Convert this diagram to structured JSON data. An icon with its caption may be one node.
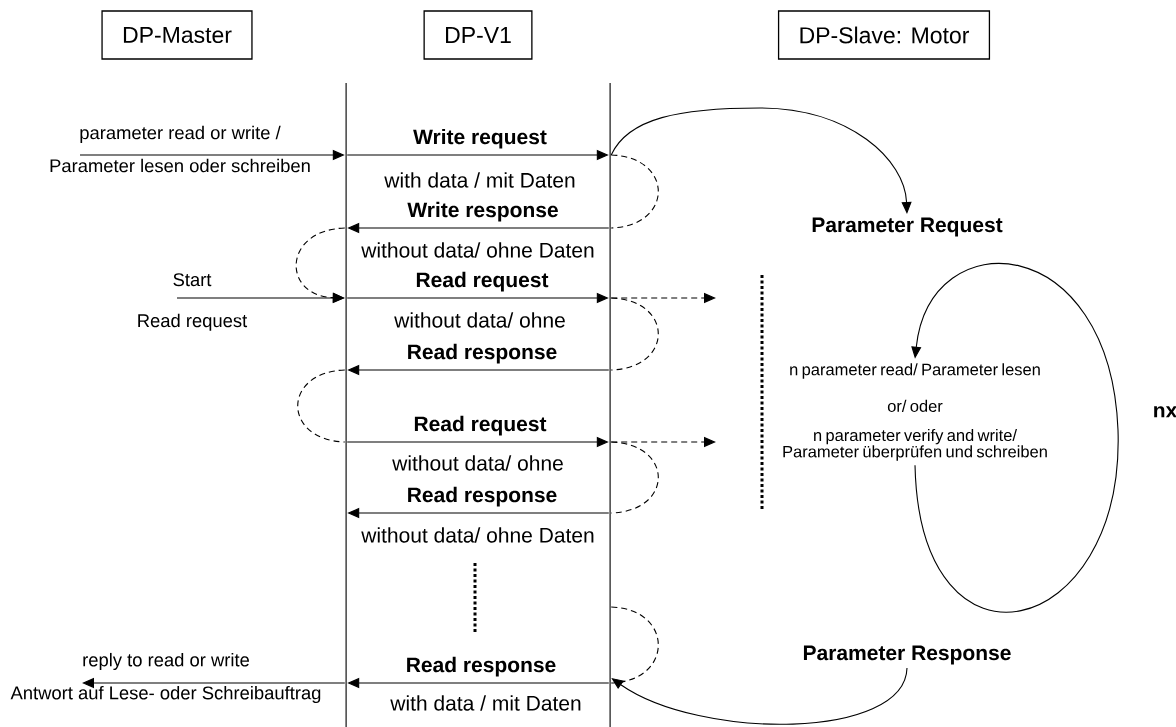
{
  "diagram": {
    "nodes": [
      {
        "text": [
          "DP-Master"
        ]
      },
      {
        "text": [
          "DP-V1"
        ]
      },
      {
        "text": [
          "DP-Slave: Motor"
        ]
      },
      {
        "text": [],
        "shape": "bar"
      },
      {
        "text": [],
        "shape": "bar"
      },
      {
        "text": [
          "Parameter Request"
        ]
      },
      {
        "text": [
          "n parameter read/ Parameter lesen",
          "or/ oder",
          "n parameter verify and write/ Parameter überprüfen und schreiben"
        ]
      },
      {
        "text": [
          "Parameter Response"
        ]
      },
      {
        "text": [
          "parameter read or write /",
          "Parameter lesen oder schreiben"
        ]
      },
      {
        "text": [
          "Start",
          "Read request"
        ]
      },
      {
        "text": [
          "reply to read or write",
          "Antwort auf Lese- oder Schreibauftrag"
        ]
      }
    ],
    "edges": [
      {
        "from": 8,
        "to": 3,
        "arrow": "to"
      },
      {
        "from": 3,
        "to": 4,
        "arrow": "to",
        "label": "Write request"
      },
      {
        "from": 4,
        "to": 3,
        "arrow": "to",
        "label": "Write response"
      },
      {
        "from": 9,
        "to": 3,
        "arrow": "to"
      },
      {
        "from": 3,
        "to": 4,
        "arrow": "to",
        "label": "Read request"
      },
      {
        "from": 4,
        "to": 3,
        "arrow": "to",
        "label": "Read response"
      },
      {
        "from": 3,
        "to": 4,
        "arrow": "to",
        "label": "Read request"
      },
      {
        "from": 4,
        "to": 3,
        "arrow": "to",
        "label": "Read response"
      },
      {
        "from": 4,
        "to": 3,
        "arrow": "to",
        "label": "Read response"
      },
      {
        "from": 3,
        "to": 10,
        "arrow": "to"
      },
      {
        "from": 4,
        "to": 5,
        "arrow": "to"
      },
      {
        "from": 4,
        "to": null,
        "arrow": "to",
        "style": "dashed"
      },
      {
        "from": 4,
        "to": null,
        "arrow": "to",
        "style": "dashed"
      },
      {
        "from": 6,
        "to": 6,
        "arrow": "to",
        "label": "nx"
      },
      {
        "from": 7,
        "to": 4,
        "arrow": "to"
      },
      {
        "from": 4,
        "to": 4,
        "arrow": "none",
        "style": "dashed"
      },
      {
        "from": 3,
        "to": 3,
        "arrow": "to",
        "style": "dashed"
      },
      {
        "from": 4,
        "to": 4,
        "arrow": "none",
        "style": "dashed"
      },
      {
        "from": 3,
        "to": 3,
        "arrow": "none",
        "style": "dashed"
      },
      {
        "from": 4,
        "to": 4,
        "arrow": "none",
        "style": "dashed"
      },
      {
        "from": 4,
        "to": 4,
        "arrow": "none",
        "style": "dashed"
      }
    ],
    "labels": [
      "with data / mit Daten",
      "without data/ ohne Daten",
      "without data/ ohne",
      "without data/ ohne",
      "without data/ ohne Daten",
      "with data / mit Daten"
    ]
  }
}
